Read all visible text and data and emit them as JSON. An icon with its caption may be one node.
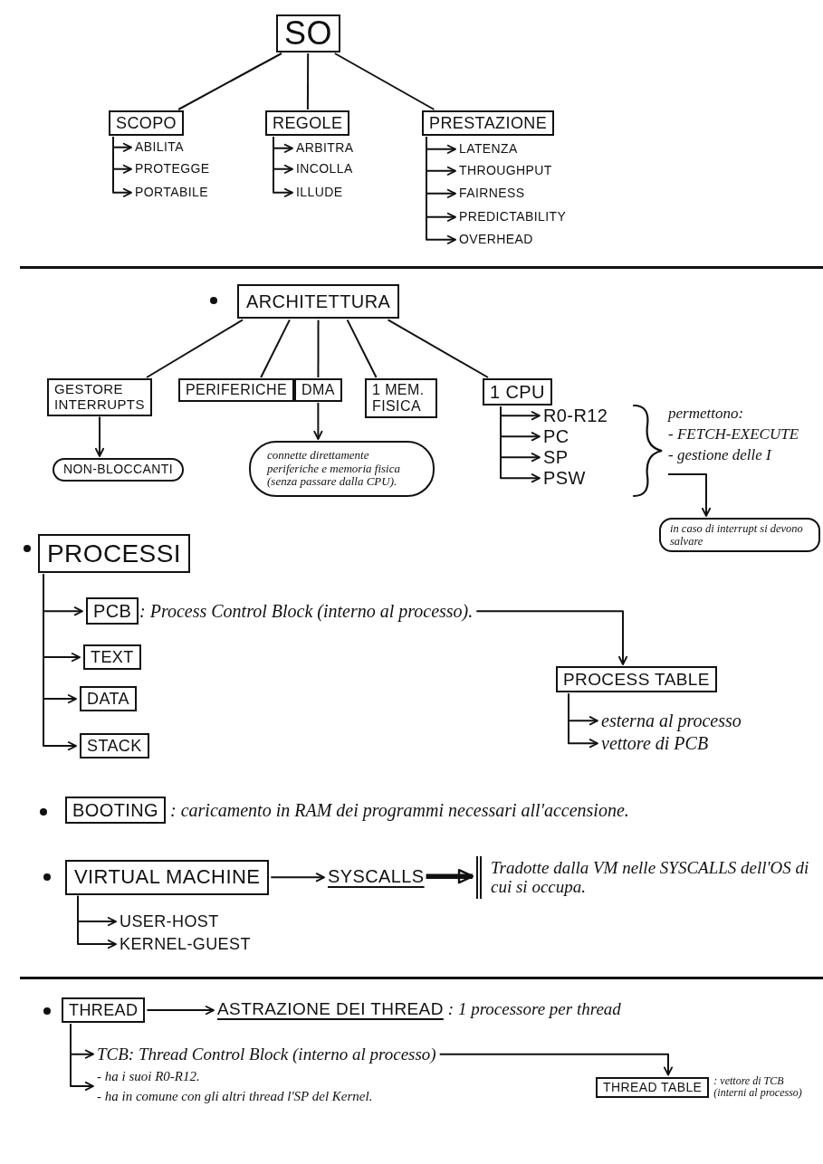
{
  "diagram": {
    "nodes": [
      {
        "text": [
          "SO"
        ]
      },
      {
        "text": [
          "SCOPO"
        ]
      },
      {
        "text": [
          "REGOLE"
        ]
      },
      {
        "text": [
          "PRESTAZIONE"
        ]
      },
      {
        "text": [
          "ABILITA"
        ]
      },
      {
        "text": [
          "PROTEGGE"
        ]
      },
      {
        "text": [
          "PORTABILE"
        ]
      },
      {
        "text": [
          "ARBITRA"
        ]
      },
      {
        "text": [
          "INCOLLA"
        ]
      },
      {
        "text": [
          "ILLUDE"
        ]
      },
      {
        "text": [
          "LATENZA"
        ]
      },
      {
        "text": [
          "THROUGHPUT"
        ]
      },
      {
        "text": [
          "FAIRNESS"
        ]
      },
      {
        "text": [
          "PREDICTABILITY"
        ]
      },
      {
        "text": [
          "OVERHEAD"
        ]
      },
      {
        "text": [
          "ARCHITETTURA"
        ]
      },
      {
        "text": [
          "GESTORE INTERRUPTS"
        ]
      },
      {
        "text": [
          "PERIFERICHE"
        ]
      },
      {
        "text": [
          "DMA"
        ]
      },
      {
        "text": [
          "1 MEM. FISICA"
        ]
      },
      {
        "text": [
          "1 CPU"
        ]
      },
      {
        "text": [
          "R0-R12"
        ]
      },
      {
        "text": [
          "PC"
        ]
      },
      {
        "text": [
          "SP"
        ]
      },
      {
        "text": [
          "PSW"
        ]
      },
      {
        "text": [
          "permettono:",
          "- FETCH-EXECUTE",
          "- gestione delle I"
        ]
      },
      {
        "text": [
          "NON-BLOCCANTI"
        ]
      },
      {
        "text": [
          "connette direttamente periferiche e memoria fisica (senza passare dalla CPU)."
        ]
      },
      {
        "text": [
          "in caso di interrupt si devono salvare"
        ]
      },
      {
        "text": [
          "PROCESSI"
        ]
      },
      {
        "text": [
          "PCB"
        ]
      },
      {
        "text": [
          ": Process Control Block (interno al processo)."
        ]
      },
      {
        "text": [
          "TEXT"
        ]
      },
      {
        "text": [
          "DATA"
        ]
      },
      {
        "text": [
          "STACK"
        ]
      },
      {
        "text": [
          "PROCESS TABLE"
        ]
      },
      {
        "text": [
          "esterna al processo"
        ]
      },
      {
        "text": [
          "vettore di PCB"
        ]
      },
      {
        "text": [
          "BOOTING"
        ],
        "beside": [
          ": caricamento in RAM dei programmi necessari all'accensione."
        ]
      },
      {
        "text": [
          "VIRTUAL MACHINE"
        ]
      },
      {
        "text": [
          "SYSCALLS"
        ]
      },
      {
        "text": [
          "Tradotte dalla VM nelle SYSCALLS dell'OS di cui si occupa."
        ]
      },
      {
        "text": [
          "USER-HOST"
        ]
      },
      {
        "text": [
          "KERNEL-GUEST"
        ]
      },
      {
        "text": [
          "THREAD"
        ]
      },
      {
        "text": [
          "ASTRAZIONE DEI THREAD"
        ],
        "beside": [
          ": 1 processore per thread"
        ]
      },
      {
        "text": [
          "TCB: Thread Control Block (interno al processo)"
        ]
      },
      {
        "text": [
          "- ha i suoi R0-R12.",
          "- ha in comune con gli altri thread l'SP del Kernel."
        ]
      },
      {
        "text": [
          "THREAD TABLE"
        ],
        "beside": [
          ": vettore di TCB (interni al processo)"
        ]
      }
    ],
    "edges": [
      {
        "from": 0,
        "to": 1,
        "arrow": "none"
      },
      {
        "from": 0,
        "to": 2,
        "arrow": "none"
      },
      {
        "from": 0,
        "to": 3,
        "arrow": "none"
      },
      {
        "from": 1,
        "to": 4,
        "arrow": "to"
      },
      {
        "from": 1,
        "to": 5,
        "arrow": "to"
      },
      {
        "from": 1,
        "to": 6,
        "arrow": "to"
      },
      {
        "from": 2,
        "to": 7,
        "arrow": "to"
      },
      {
        "from": 2,
        "to": 8,
        "arrow": "to"
      },
      {
        "from": 2,
        "to": 9,
        "arrow": "to"
      },
      {
        "from": 3,
        "to": 10,
        "arrow": "to"
      },
      {
        "from": 3,
        "to": 11,
        "arrow": "to"
      },
      {
        "from": 3,
        "to": 12,
        "arrow": "to"
      },
      {
        "from": 3,
        "to": 13,
        "arrow": "to"
      },
      {
        "from": 3,
        "to": 14,
        "arrow": "to"
      },
      {
        "from": 15,
        "to": 16,
        "arrow": "none"
      },
      {
        "from": 15,
        "to": 17,
        "arrow": "none"
      },
      {
        "from": 15,
        "to": 18,
        "arrow": "none"
      },
      {
        "from": 15,
        "to": 19,
        "arrow": "none"
      },
      {
        "from": 15,
        "to": 20,
        "arrow": "none"
      },
      {
        "from": 16,
        "to": 26,
        "arrow": "to"
      },
      {
        "from": 18,
        "to": 27,
        "arrow": "to"
      },
      {
        "from": 20,
        "to": 21,
        "arrow": "to"
      },
      {
        "from": 20,
        "to": 22,
        "arrow": "to"
      },
      {
        "from": 20,
        "to": 23,
        "arrow": "to"
      },
      {
        "from": 20,
        "to": 24,
        "arrow": "to"
      },
      {
        "from": 25,
        "to": 28,
        "arrow": "to"
      },
      {
        "from": 29,
        "to": 30,
        "arrow": "to"
      },
      {
        "from": 29,
        "to": 32,
        "arrow": "to"
      },
      {
        "from": 29,
        "to": 33,
        "arrow": "to"
      },
      {
        "from": 29,
        "to": 34,
        "arrow": "to"
      },
      {
        "from": 31,
        "to": 35,
        "arrow": "to"
      },
      {
        "from": 35,
        "to": 36,
        "arrow": "to"
      },
      {
        "from": 35,
        "to": 37,
        "arrow": "to"
      },
      {
        "from": 39,
        "to": 40,
        "arrow": "to"
      },
      {
        "from": 40,
        "to": 41,
        "arrow": "to",
        "style": "thick"
      },
      {
        "from": 39,
        "to": 42,
        "arrow": "to"
      },
      {
        "from": 39,
        "to": 43,
        "arrow": "to"
      },
      {
        "from": 44,
        "to": 45,
        "arrow": "to"
      },
      {
        "from": 44,
        "to": 46,
        "arrow": "to"
      },
      {
        "from": 44,
        "to": 47,
        "arrow": "to"
      },
      {
        "from": 46,
        "to": 48,
        "arrow": "to"
      }
    ]
  }
}
